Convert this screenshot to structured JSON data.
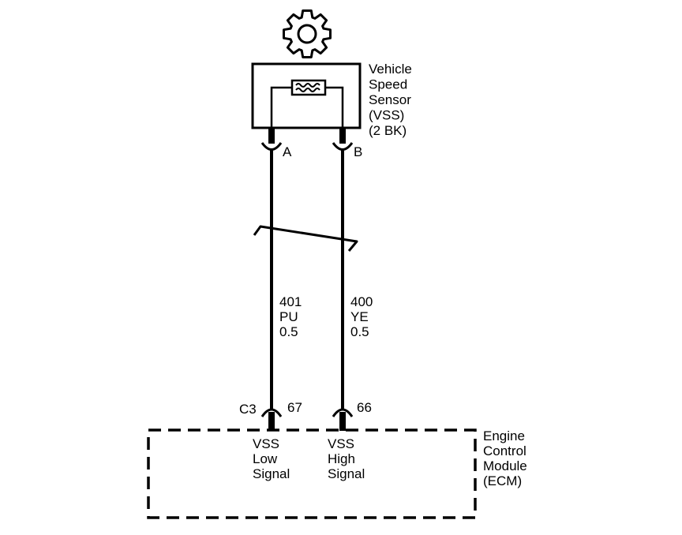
{
  "sensor": {
    "name_lines": [
      "Vehicle",
      "Speed",
      "Sensor",
      "(VSS)",
      "(2 BK)"
    ],
    "pin_a": "A",
    "pin_b": "B"
  },
  "break_symbol": "wire-break",
  "wires": {
    "left": {
      "circuit": "401",
      "color": "PU",
      "gauge": "0.5"
    },
    "right": {
      "circuit": "400",
      "color": "YE",
      "gauge": "0.5"
    }
  },
  "ecm": {
    "connector": "C3",
    "pin_left": "67",
    "pin_right": "66",
    "name_lines": [
      "Engine",
      "Control",
      "Module",
      "(ECM)"
    ],
    "signal_low_lines": [
      "VSS",
      "Low",
      "Signal"
    ],
    "signal_high_lines": [
      "VSS",
      "High",
      "Signal"
    ]
  },
  "icons": {
    "sensor_symbol": "gear-icon",
    "sensor_element": "coil-icon"
  },
  "colors": {
    "ink": "#000000",
    "background": "#ffffff"
  }
}
